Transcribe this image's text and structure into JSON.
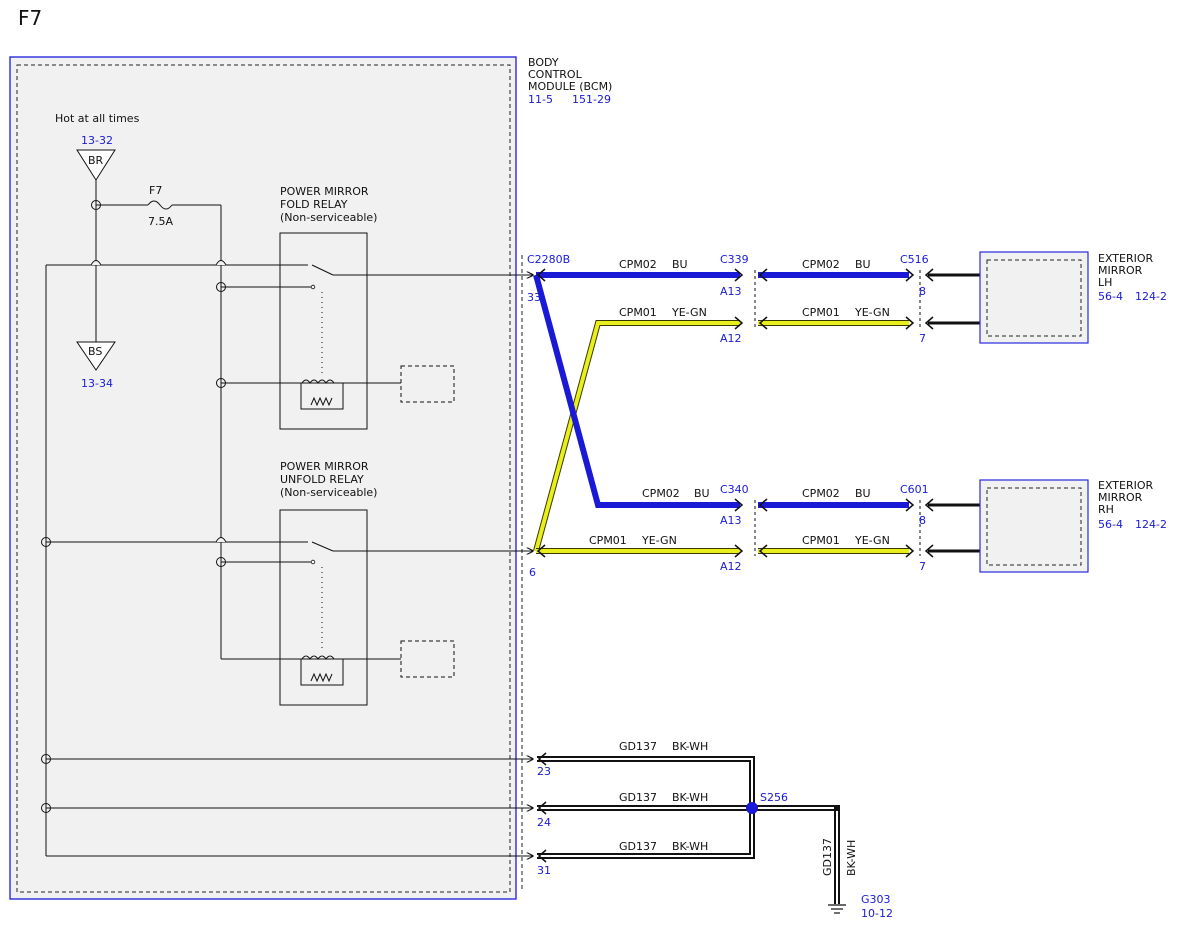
{
  "page_id": "F7",
  "bcm": {
    "name_lines": [
      "BODY",
      "CONTROL",
      "MODULE (BCM)"
    ],
    "ref1": "11-5",
    "ref2": "151-29"
  },
  "power": {
    "label": "Hot at all times",
    "top_ref": "13-32",
    "top_bus": "BR",
    "bottom_bus": "BS",
    "bottom_ref": "13-34",
    "fuse_name": "F7",
    "fuse_rating": "7.5A"
  },
  "fold_relay": {
    "lines": [
      "POWER MIRROR",
      "FOLD RELAY",
      "(Non-serviceable)"
    ]
  },
  "unfold_relay": {
    "lines": [
      "POWER MIRROR",
      "UNFOLD RELAY",
      "(Non-serviceable)"
    ]
  },
  "connectors": {
    "bcm_connector": "C2280B",
    "pin_33": "33",
    "pin_6": "6",
    "pin_23": "23",
    "pin_24": "24",
    "pin_31": "31",
    "c339": "C339",
    "c340": "C340",
    "c516": "C516",
    "c601": "C601",
    "a13_lh": "A13",
    "a12_lh": "A12",
    "a13_rh": "A13",
    "a12_rh": "A12",
    "pin8_lh": "8",
    "pin7_lh": "7",
    "pin8_rh": "8",
    "pin7_rh": "7"
  },
  "wires": {
    "cpm02": "CPM02",
    "cpm01": "CPM01",
    "bu": "BU",
    "ye_gn": "YE-GN",
    "gd137": "GD137",
    "bk_wh": "BK-WH"
  },
  "splice": "S256",
  "ground": {
    "name": "G303",
    "ref": "10-12"
  },
  "mirror_lh": {
    "lines": [
      "EXTERIOR",
      "MIRROR",
      "LH"
    ],
    "ref1": "56-4",
    "ref2": "124-2"
  },
  "mirror_rh": {
    "lines": [
      "EXTERIOR",
      "MIRROR",
      "RH"
    ],
    "ref1": "56-4",
    "ref2": "124-2"
  },
  "colors": {
    "wire_blue": "#1a1ad6",
    "wire_yellow": "#e8ef1a",
    "wire_black": "#111111",
    "ref_blue": "#1a1ad6",
    "module_fill": "#f1f1f1"
  }
}
